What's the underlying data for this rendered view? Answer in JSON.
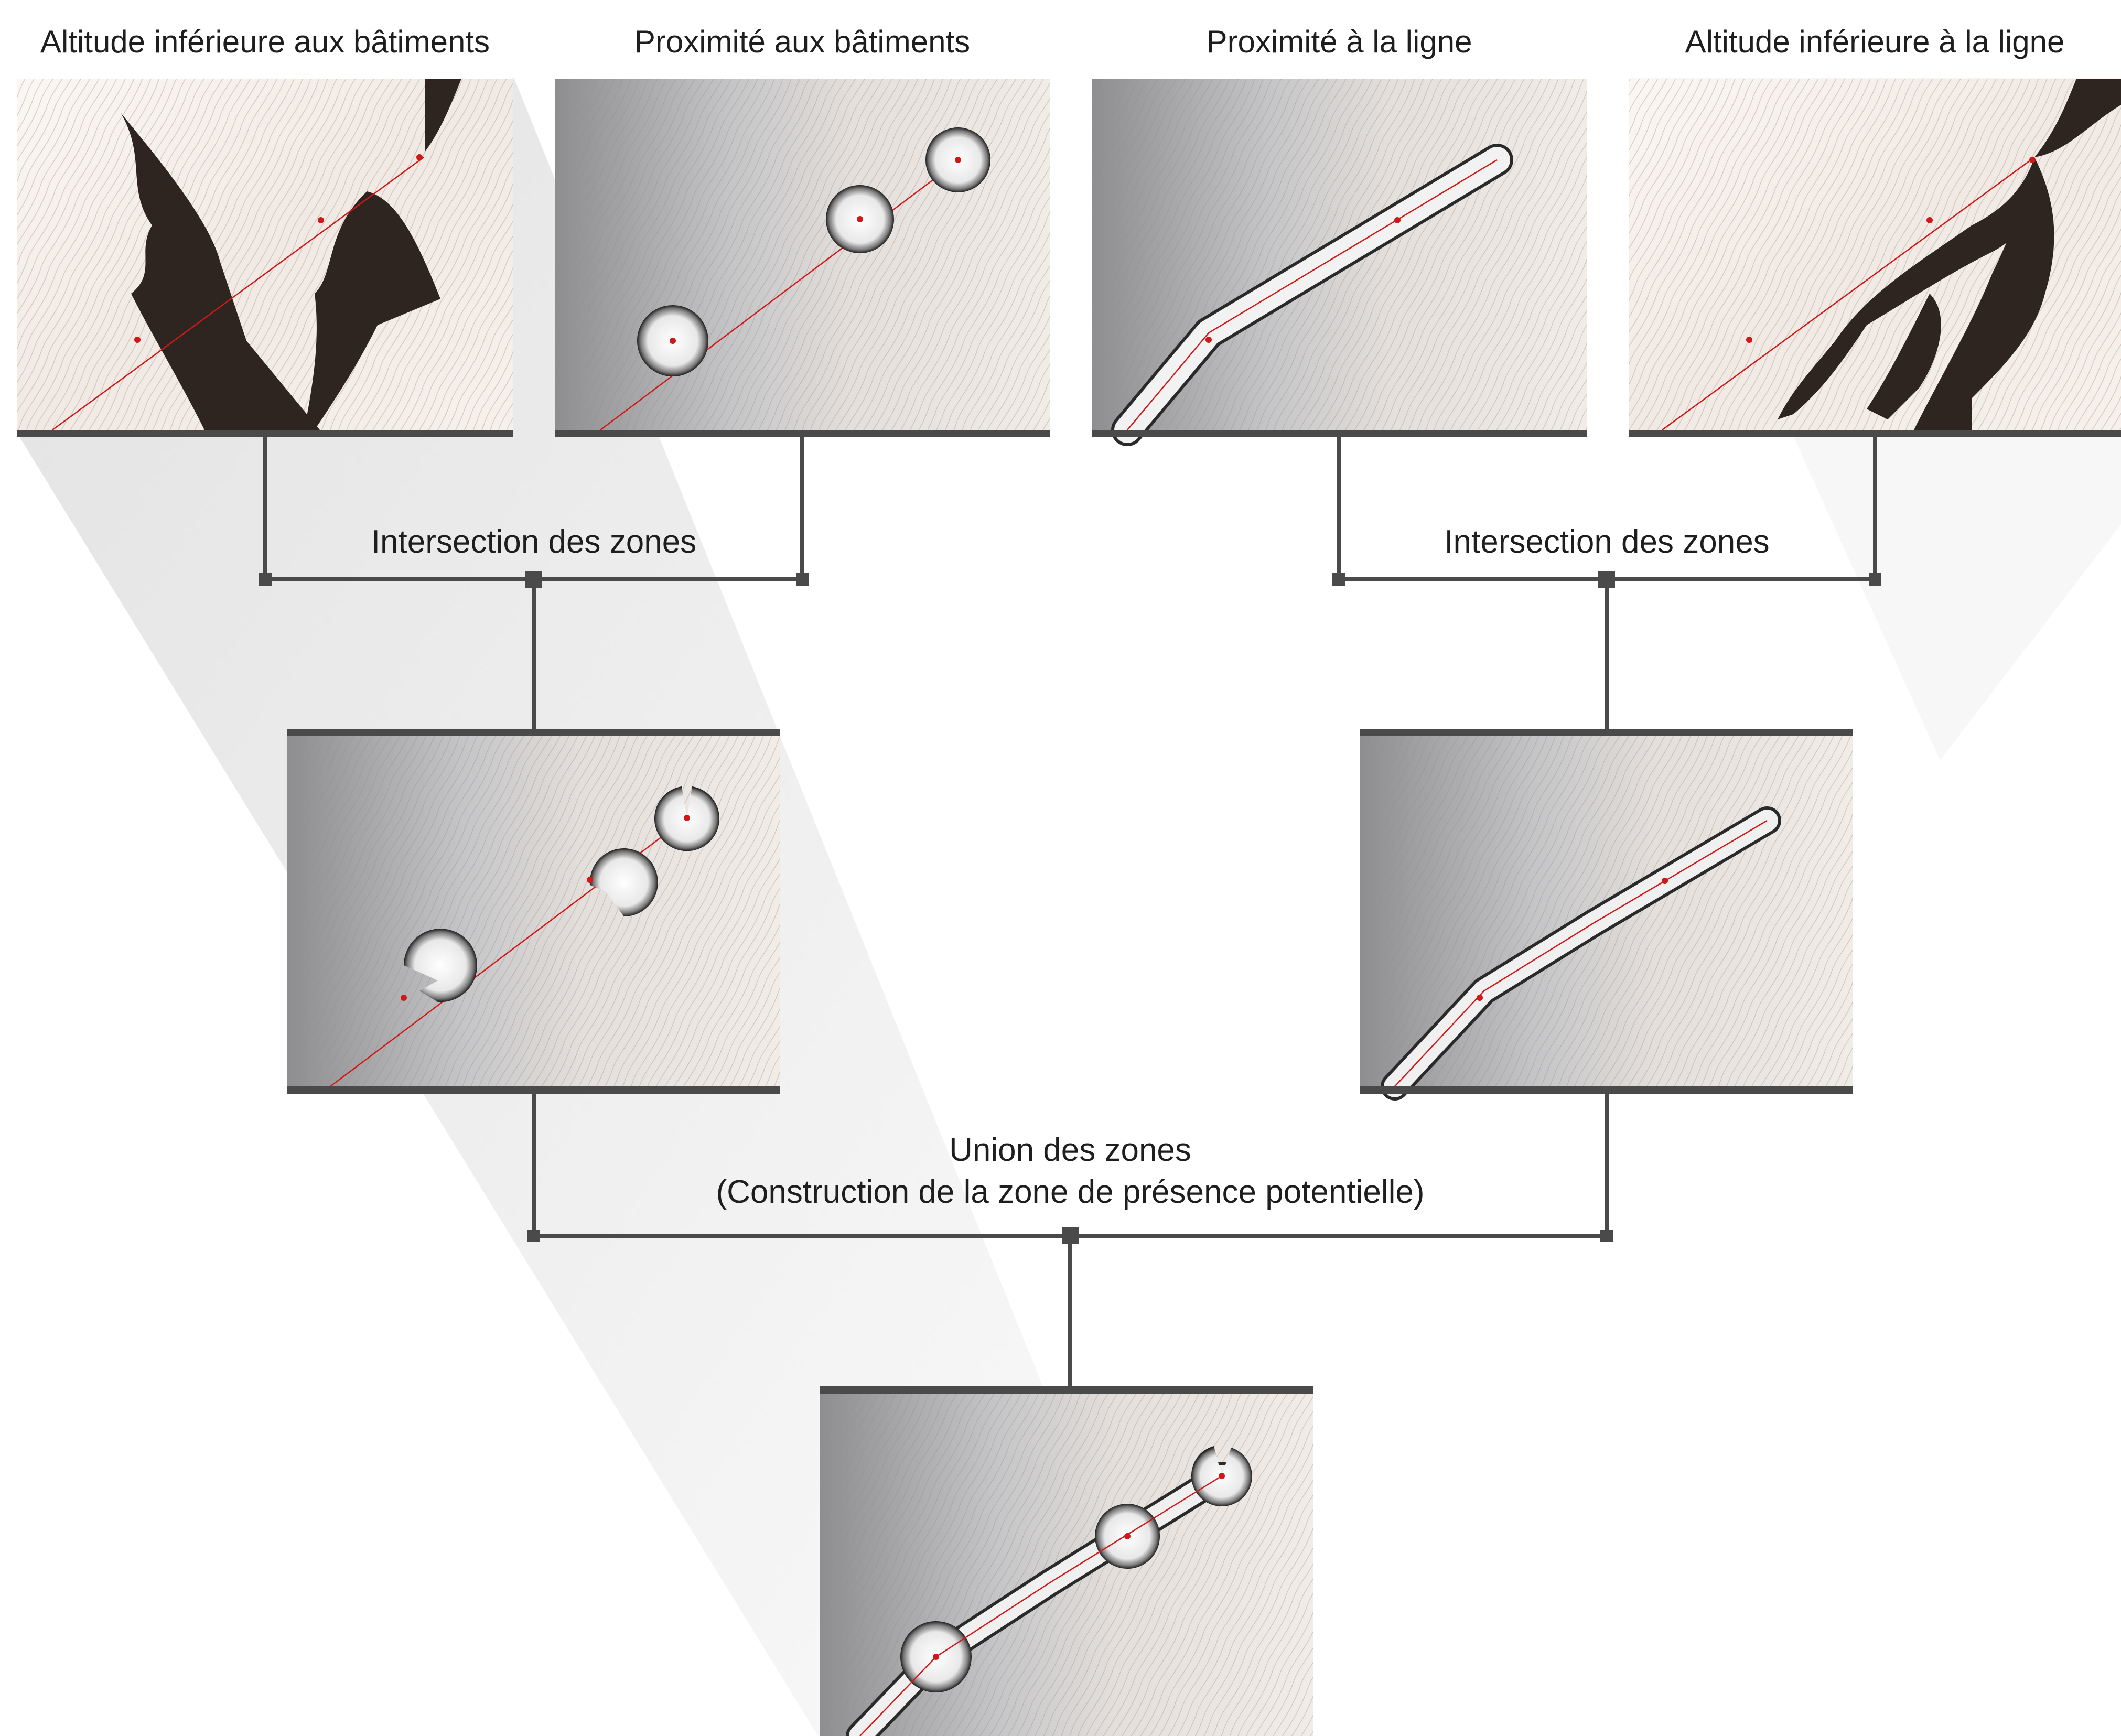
{
  "titles": {
    "altitude_buildings": "Altitude inférieure aux bâtiments",
    "proximity_buildings": "Proximité aux bâtiments",
    "proximity_line": "Proximité à la ligne",
    "altitude_line": "Altitude inférieure à la ligne"
  },
  "operations": {
    "intersection_left": "Intersection des zones",
    "intersection_right": "Intersection des zones",
    "union_line1": "Union des zones",
    "union_line2": "(Construction de la zone de présence potentielle)"
  },
  "colors": {
    "connector": "#4a4a4a",
    "map_light": "#f4efeb",
    "map_gray": "#a9a9ab",
    "contour": "#b9a59c",
    "masked_zone": "#2e2420",
    "route": "#d01818"
  }
}
